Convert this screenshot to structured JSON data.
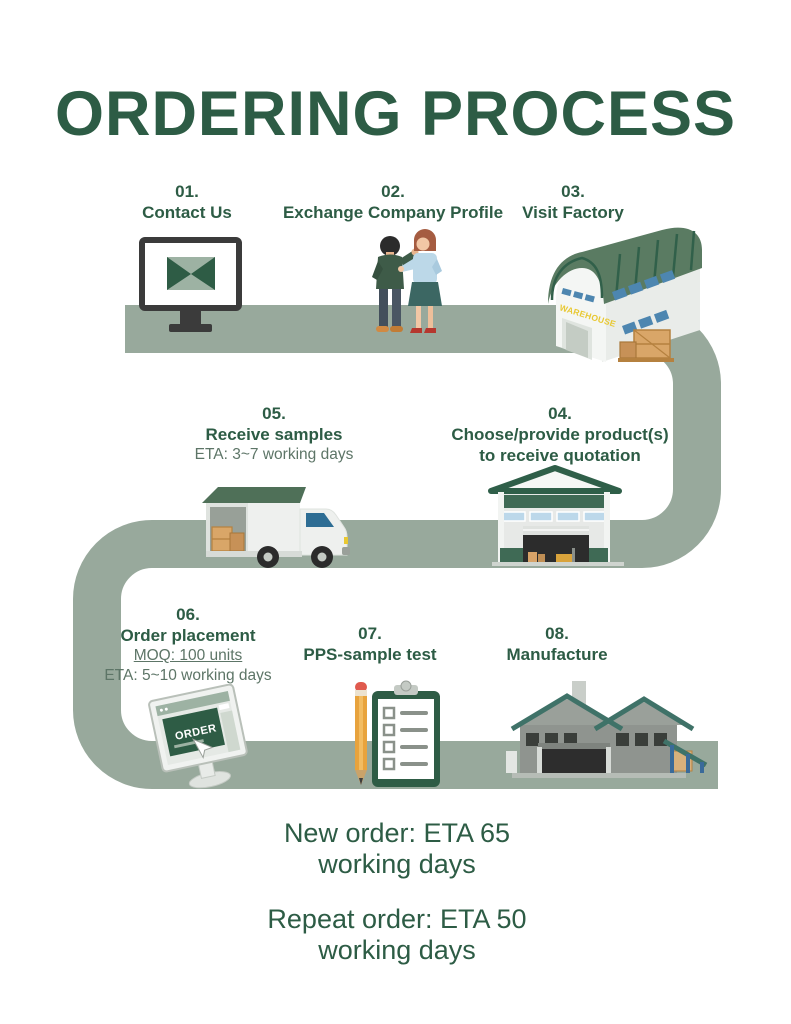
{
  "title": "ORDERING PROCESS",
  "steps": [
    {
      "number": "01.",
      "title": "Contact Us"
    },
    {
      "number": "02.",
      "title": "Exchange Company Profile"
    },
    {
      "number": "03.",
      "title": "Visit Factory"
    },
    {
      "number": "04.",
      "title": "Choose/provide product(s)",
      "title2": "to receive quotation"
    },
    {
      "number": "05.",
      "title": "Receive samples",
      "eta": "ETA: 3~7 working days"
    },
    {
      "number": "06.",
      "title": "Order placement",
      "moq": "MOQ: 100 units",
      "eta": "ETA: 5~10 working days"
    },
    {
      "number": "07.",
      "title": "PPS-sample test"
    },
    {
      "number": "08.",
      "title": "Manufacture"
    }
  ],
  "icon_labels": {
    "warehouse_sign": "WAREHOUSE",
    "order_button": "ORDER"
  },
  "footer": {
    "new_order": {
      "line1": "New order: ETA 65",
      "line2": "working days"
    },
    "repeat_order": {
      "line1": "Repeat order: ETA 50",
      "line2": "working days"
    }
  },
  "colors": {
    "primary_green": "#2d5c45",
    "path_sage": "#98a99c",
    "roof_green": "#5a7b62",
    "teal_trim": "#3f7268",
    "muted_text": "#5d7567",
    "crate_tan": "#d9a668",
    "window_blue": "#4d86b0"
  }
}
